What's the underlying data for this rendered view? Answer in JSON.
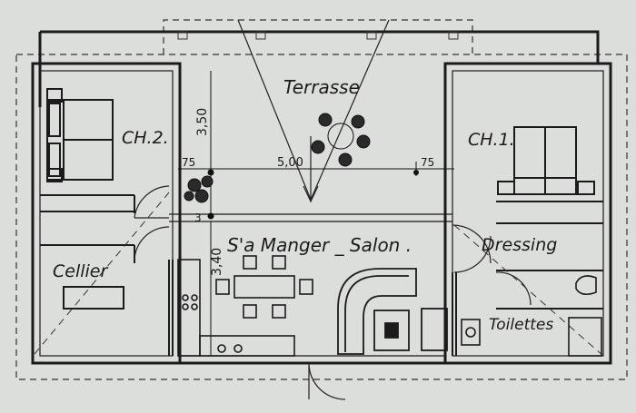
{
  "rooms": {
    "terrasse": "Terrasse",
    "ch2": "CH.2.",
    "ch1": "CH.1.",
    "sam_salon": "S'a Manger _ Salon .",
    "cellier": "Cellier",
    "dressing": "Dressing",
    "toilettes": "Toilettes"
  },
  "dimensions": {
    "terrace_depth": "3,50",
    "terrace_width": "5,00",
    "left_offset": "75",
    "right_offset": "75",
    "living_depth": "3,40",
    "left_marker": "3"
  },
  "colors": {
    "paper": "#dcdedb",
    "ink": "#1b1b1b"
  }
}
